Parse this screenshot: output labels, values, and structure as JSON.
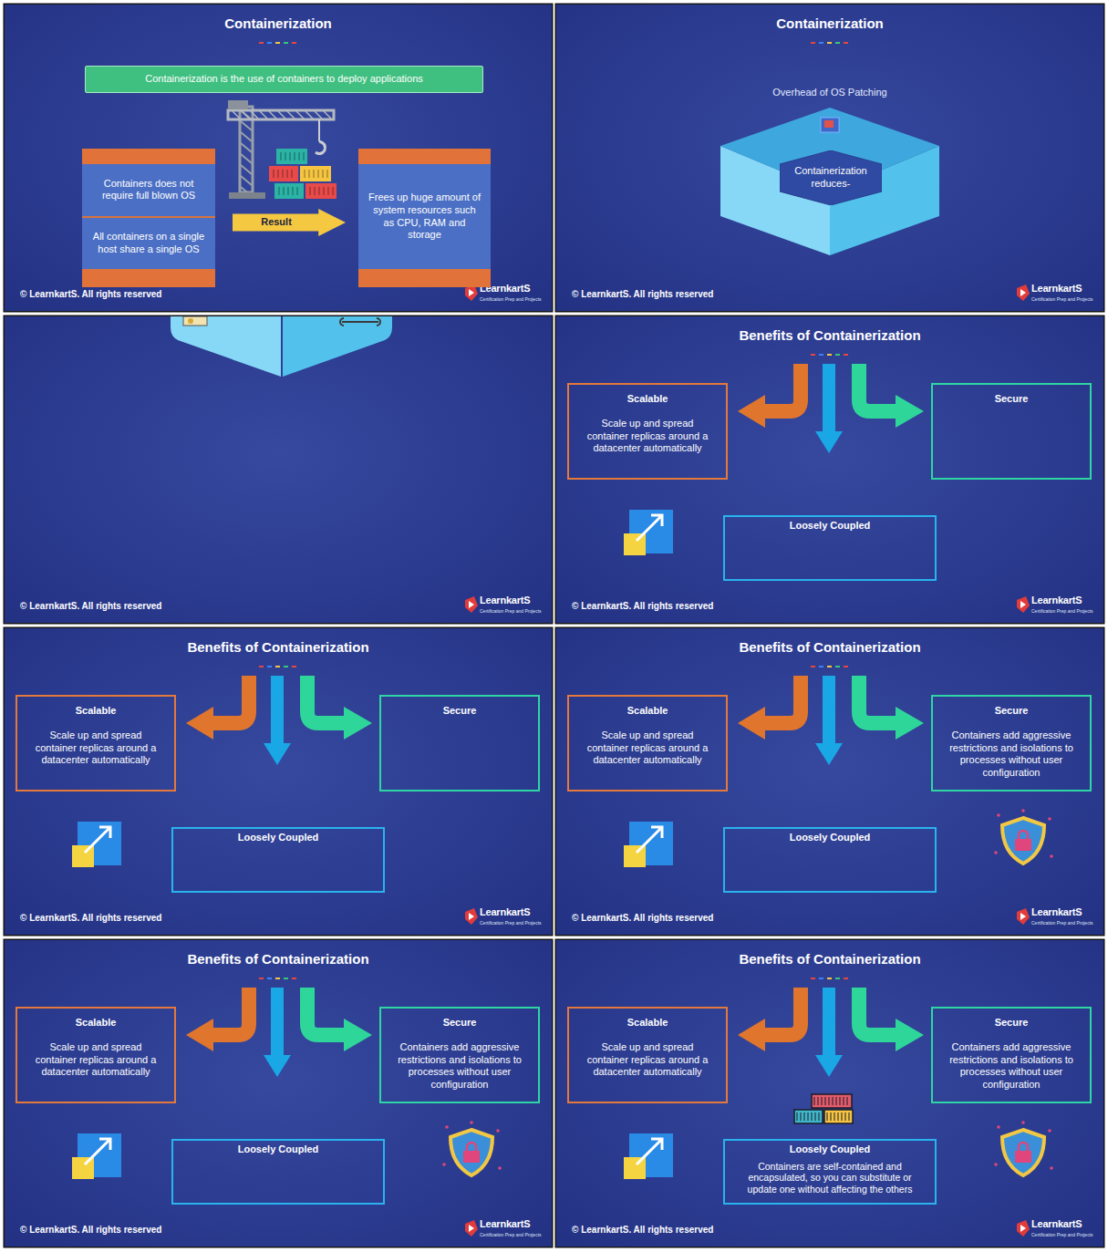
{
  "diagram": {
    "nodes": [
      {
        "text": [
          "Containerization is the use of containers to deploy applications"
        ]
      },
      {
        "text": [
          "Containers does not require full blown OS",
          "All containers on a single host share a single OS"
        ]
      },
      {
        "text": [
          "Result"
        ]
      },
      {
        "text": [
          "Frees up huge amount of system resources such as CPU, RAM and storage"
        ]
      },
      {
        "text": [
          "Containerization reduces-"
        ]
      },
      {
        "text": [
          "Scalable",
          "Scale up and spread container replicas around a datacenter automatically"
        ]
      },
      {
        "text": [
          "Secure"
        ]
      },
      {
        "text": [
          "Loosely Coupled"
        ]
      },
      {
        "text": [
          "Scalable",
          "Scale up and spread container replicas around a datacenter automatically"
        ]
      },
      {
        "text": [
          "Secure"
        ]
      },
      {
        "text": [
          "Loosely Coupled"
        ]
      },
      {
        "text": [
          "Scalable",
          "Scale up and spread container replicas around a datacenter automatically"
        ]
      },
      {
        "text": [
          "Secure",
          "Containers add aggressive restrictions and isolations to processes without user configuration"
        ]
      },
      {
        "text": [
          "Loosely Coupled"
        ]
      },
      {
        "text": [
          "Scalable",
          "Scale up and spread container replicas around a datacenter automatically"
        ]
      },
      {
        "text": [
          "Secure",
          "Containers add aggressive restrictions and isolations to processes without user configuration"
        ]
      },
      {
        "text": [
          "Loosely Coupled"
        ]
      },
      {
        "text": [
          "Scalable",
          "Scale up and spread container replicas around a datacenter automatically"
        ]
      },
      {
        "text": [
          "Secure",
          "Containers add aggressive restrictions and isolations to processes without user configuration"
        ]
      },
      {
        "text": [
          "Loosely Coupled",
          "Containers are self-contained and encapsulated, so you can substitute or update one without affecting the others"
        ]
      }
    ],
    "labels": [
      "Containerization",
      "© LearnkartS. All rights reserved",
      "LearnkartS",
      "Certification Prep and Projects",
      "Containerization",
      "Overhead of OS Patching",
      "© LearnkartS. All rights reserved",
      "LearnkartS",
      "Certification Prep and Projects",
      "© LearnkartS. All rights reserved",
      "LearnkartS",
      "Certification Prep and Projects",
      "Benefits of Containerization",
      "© LearnkartS. All rights reserved",
      "LearnkartS",
      "Certification Prep and Projects",
      "Benefits of Containerization",
      "© LearnkartS. All rights reserved",
      "LearnkartS",
      "Certification Prep and Projects",
      "Benefits of Containerization",
      "© LearnkartS. All rights reserved",
      "LearnkartS",
      "Certification Prep and Projects",
      "Benefits of Containerization",
      "© LearnkartS. All rights reserved",
      "LearnkartS",
      "Certification Prep and Projects",
      "Benefits of Containerization",
      "© LearnkartS. All rights reserved",
      "LearnkartS",
      "Certification Prep and Projects"
    ]
  }
}
